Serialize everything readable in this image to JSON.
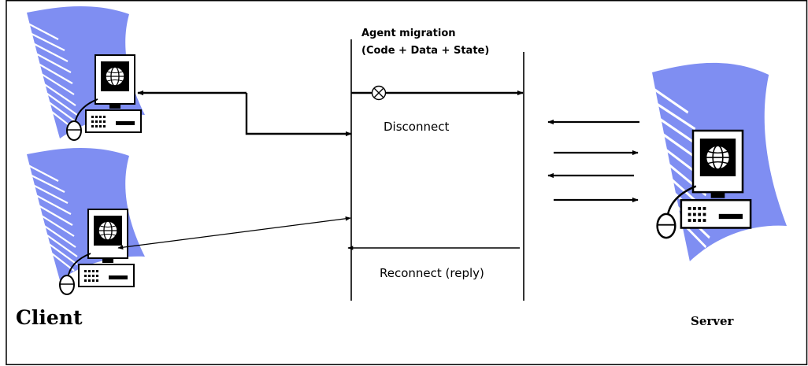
{
  "labels": {
    "migration_line1": "Agent migration",
    "migration_line2": "(Code + Data + State)",
    "disconnect": "Disconnect",
    "reconnect": "Reconnect (reply)",
    "client": "Client",
    "server": "Server"
  },
  "icons": {
    "computer": "computer-icon",
    "globe": "globe-icon",
    "mouse": "mouse-icon",
    "keyboard": "keyboard-icon",
    "disconnect_marker": "crossed-circle-icon"
  },
  "colors": {
    "wave": "#7f8ef2",
    "line": "#000000",
    "background": "#ffffff"
  }
}
